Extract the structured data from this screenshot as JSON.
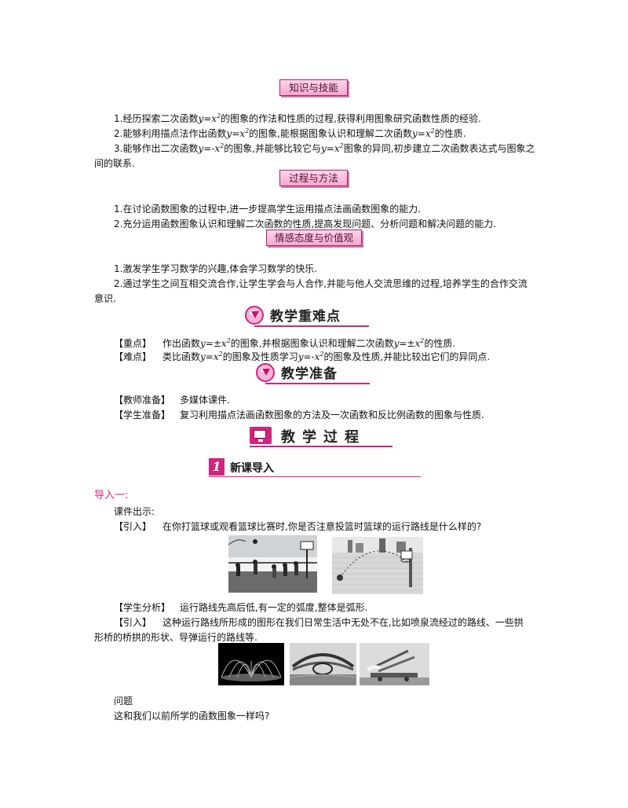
{
  "headings": {
    "knowledge": "知识与技能",
    "process_method": "过程与方法",
    "attitude": "情感态度与价值观",
    "key_points": "教学重难点",
    "preparation": "教学准备",
    "teaching_process": "教学过程",
    "new_lesson_num": "1",
    "new_lesson": "新课导入"
  },
  "knowledge": {
    "i1_a": "1.经历探索二次函数",
    "i1_b": "的图象的作法和性质的过程,获得利用图象研究函数性质的经验.",
    "i2_a": "2.能够利用描点法作出函数",
    "i2_b": "的图象,能根据图象认识和理解二次函数",
    "i2_c": "的性质.",
    "i3_a": "3.能够作出二次函数",
    "i3_b": "的图象,并能够比较它与",
    "i3_c": "图象的异同,初步建立二次函数表达式与图象之",
    "i3_d": "间的联系."
  },
  "formula": {
    "y_eq": "y=x",
    "y_eq_neg": "y=-x",
    "y_eq_pm": "y=±x",
    "sq": "2"
  },
  "process_method": {
    "i1": "1.在讨论函数图象的过程中,进一步提高学生运用描点法画函数图象的能力.",
    "i2": "2.充分运用函数图象认识和理解二次函数的性质,提高发现问题、分析问题和解决问题的能力."
  },
  "attitude": {
    "i1": "1.激发学生学习数学的兴趣,体会学习数学的快乐.",
    "i2_a": "2.通过学生之间互相交流合作,让学生学会与人合作,并能与他人交流思维的过程,培养学生的合作交流",
    "i2_b": "意识."
  },
  "key_points": {
    "label_key": "【重点】",
    "key_a": "作出函数",
    "key_b": "的图象,并根据图象认识和理解二次函数",
    "key_c": "的性质.",
    "label_diff": "【难点】",
    "diff_a": "类比函数",
    "diff_b": "的图象及性质学习",
    "diff_c": "的图象及性质,并能比较出它们的异同点."
  },
  "preparation": {
    "teacher_label": "【教师准备】",
    "teacher": "多媒体课件.",
    "student_label": "【学生准备】",
    "student": "复习利用描点法画函数图象的方法及一次函数和反比例函数的图象与性质."
  },
  "intro": {
    "title": "导入一:",
    "courseware": "课件出示:",
    "lead_label": "【引入】",
    "lead1": "在你打篮球或观看篮球比赛时,你是否注意投篮时篮球的运行路线是什么样的?",
    "analysis_label": "【学生分析】",
    "analysis": "运行路线先高后低,有一定的弧度,整体是弧形.",
    "lead2_a": "这种运行路线所形成的图形在我们日常生活中无处不在,比如喷泉流经过的路线、一些拱",
    "lead2_b": "形桥的桥拱的形状、导弹运行的路线等.",
    "question_label": "问题",
    "question": "这和我们以前所学的函数图象一样吗?"
  },
  "colors": {
    "accent": "#d4237f",
    "box_fill": "#f7c2dc"
  }
}
